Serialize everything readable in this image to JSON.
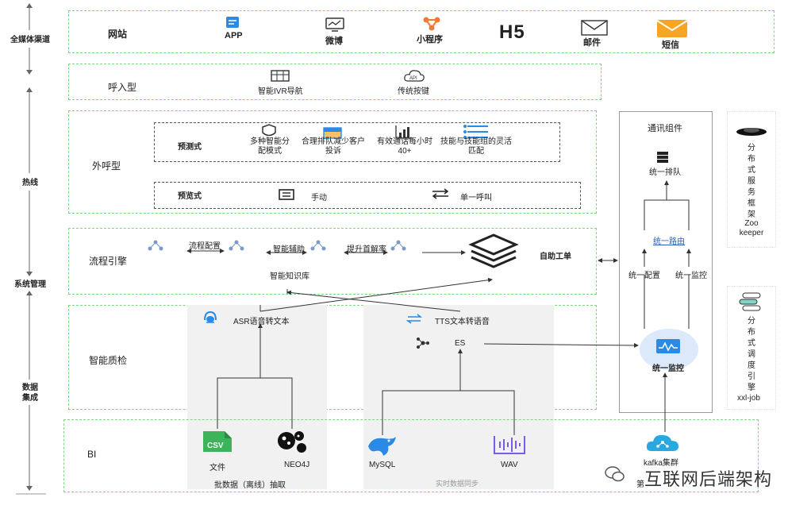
{
  "side_labels": {
    "channels": "全媒体渠道",
    "hotline": "热线",
    "system": "系统管理",
    "data_integration": [
      "数据",
      "集成"
    ]
  },
  "row_website": {
    "title": "网站",
    "items": [
      {
        "label": "APP",
        "icon": "app-icon"
      },
      {
        "label": "微博",
        "icon": "weibo-icon"
      },
      {
        "label": "小程序",
        "icon": "miniprogram-icon"
      },
      {
        "label": "H5",
        "icon": "h5-icon"
      },
      {
        "label": "邮件",
        "icon": "mail-icon"
      },
      {
        "label": "短信",
        "icon": "sms-icon"
      }
    ]
  },
  "row_inbound": {
    "title": "呼入型",
    "items": [
      {
        "label": "智能IVR导航",
        "icon": "ivr-icon"
      },
      {
        "label": "传统按键",
        "icon": "api-cloud-icon"
      }
    ]
  },
  "row_outbound": {
    "title": "外呼型",
    "predictive": {
      "title": "预测式",
      "items": [
        {
          "label": [
            "多种智能分",
            "配模式"
          ]
        },
        {
          "label": [
            "合理排队减少客户",
            "投诉"
          ]
        },
        {
          "label": [
            "有效通话每小时",
            "40+"
          ]
        },
        {
          "label": [
            "技能与技能组的灵活",
            "匹配"
          ]
        }
      ]
    },
    "preview": {
      "title": "预览式",
      "items": [
        {
          "label": "手动"
        },
        {
          "label": "单一呼叫"
        }
      ]
    }
  },
  "row_flow": {
    "title": "流程引擎",
    "labels": [
      "流程配置",
      "智能辅助",
      "提升首解率"
    ],
    "knowledge": "智能知识库",
    "work_order": "自助工单"
  },
  "row_quality": {
    "title": "智能质检",
    "asr": "ASR语音转文本",
    "tts": "TTS文本转语音",
    "es": "ES"
  },
  "row_bi": {
    "title": "BI",
    "items": [
      {
        "label": "文件",
        "icon": "csv-icon"
      },
      {
        "label": "NEO4J",
        "icon": "neo4j-icon"
      },
      {
        "label": "MySQL",
        "icon": "mysql-icon"
      },
      {
        "label": "WAV",
        "icon": "wav-icon"
      },
      {
        "label": "kafka集群",
        "icon": "kafka-icon"
      }
    ],
    "batch": "批数据（离线）抽取",
    "realtime": "实时数据同步",
    "partial": "第"
  },
  "comm": {
    "title": "通讯组件",
    "queue": "统一排队",
    "route": "统一路由",
    "config": "统一配置",
    "monitor_small": "统一监控",
    "monitor": "统一监控"
  },
  "zookeeper": {
    "vertical": [
      "分",
      "布",
      "式",
      "服",
      "务",
      "框",
      "架"
    ],
    "name": [
      "Zoo",
      "keeper"
    ]
  },
  "xxljob": {
    "vertical": [
      "分",
      "布",
      "式",
      "调",
      "度",
      "引",
      "擎"
    ],
    "name": "xxl-job"
  },
  "watermark": "互联网后端架构",
  "colors": {
    "green_dash": "#7fd67f",
    "blue": "#2a8ae6",
    "orange": "#f6a623"
  }
}
